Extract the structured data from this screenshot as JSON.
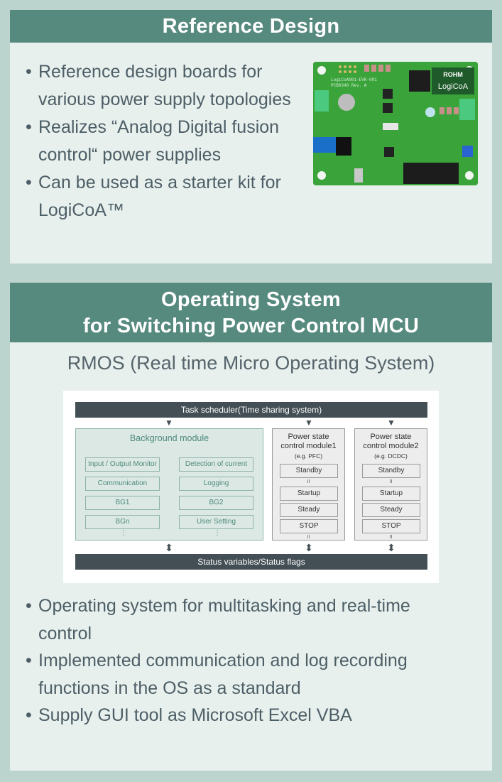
{
  "reference_design": {
    "title": "Reference Design",
    "bullets": [
      {
        "line1": "Reference design boards for",
        "line2": "various power supply topologies"
      },
      {
        "line1": "Realizes “Analog Digital fusion",
        "line2": "control“ power supplies"
      },
      {
        "line1": "Can be used as a starter kit for",
        "line2": "LogiCoA™"
      }
    ],
    "bullet_glyph": "•",
    "board_image": {
      "brand": "ROHM",
      "product": "LogiCoA",
      "silkscreen_1": "LogiCoA001-EVK-001",
      "silkscreen_2": "PCB0348 Rev. A"
    }
  },
  "operating_system": {
    "title_line1": "Operating System",
    "title_line2": "for Switching Power Control MCU",
    "subtitle": "RMOS (Real time Micro Operating System)",
    "diagram": {
      "scheduler": "Task scheduler(Time sharing system)",
      "status_bar": "Status variables/Status flags",
      "background_module": {
        "title": "Background module",
        "left_items": [
          "Input / Output Monitor",
          "Communication",
          "BG1",
          "BGn"
        ],
        "right_items": [
          "Detection of current",
          "Logging",
          "BG2",
          "User Setting"
        ],
        "ellipsis": "⋮"
      },
      "power_modules": [
        {
          "title_line1": "Power state",
          "title_line2": "control module1",
          "example": "(e.g. PFC)",
          "states": [
            "Standby",
            "Startup",
            "Steady",
            "STOP"
          ]
        },
        {
          "title_line1": "Power state",
          "title_line2": "control module2",
          "example": "(e.g. DCDC)",
          "states": [
            "Standby",
            "Startup",
            "Steady",
            "STOP"
          ]
        }
      ],
      "eq_glyph": "II",
      "down_arrow": "🡇",
      "updown_arrow": "⬍"
    },
    "bullets": [
      {
        "line1": "Operating system for multitasking and real-time",
        "line2": "control"
      },
      {
        "line1": "Implemented communication and log recording",
        "line2": "functions in the OS as a standard"
      },
      {
        "line1": "Supply GUI tool as Microsoft Excel VBA",
        "line2": ""
      }
    ]
  },
  "colors": {
    "page_bg": "#bcd4ce",
    "panel_bg": "#e7f0ed",
    "header_bg": "#578a7f",
    "text": "#4d5e66",
    "diagram_dark": "#434f55",
    "module_green": "#dbe8e4"
  }
}
